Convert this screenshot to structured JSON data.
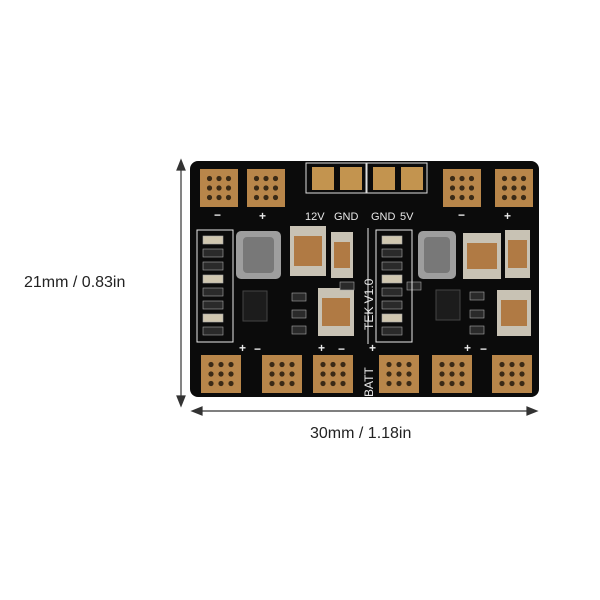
{
  "dimensions": {
    "height_label": "21mm / 0.83in",
    "width_label": "30mm / 1.18in"
  },
  "board": {
    "top_labels": [
      "12V",
      "GND",
      "GND",
      "5V"
    ],
    "model_label": "TEK V1.0",
    "batt_label": "BATT",
    "colors": {
      "board": "#0b0b0b",
      "pad": "#b8864a",
      "silk": "#e8e8e8"
    }
  }
}
